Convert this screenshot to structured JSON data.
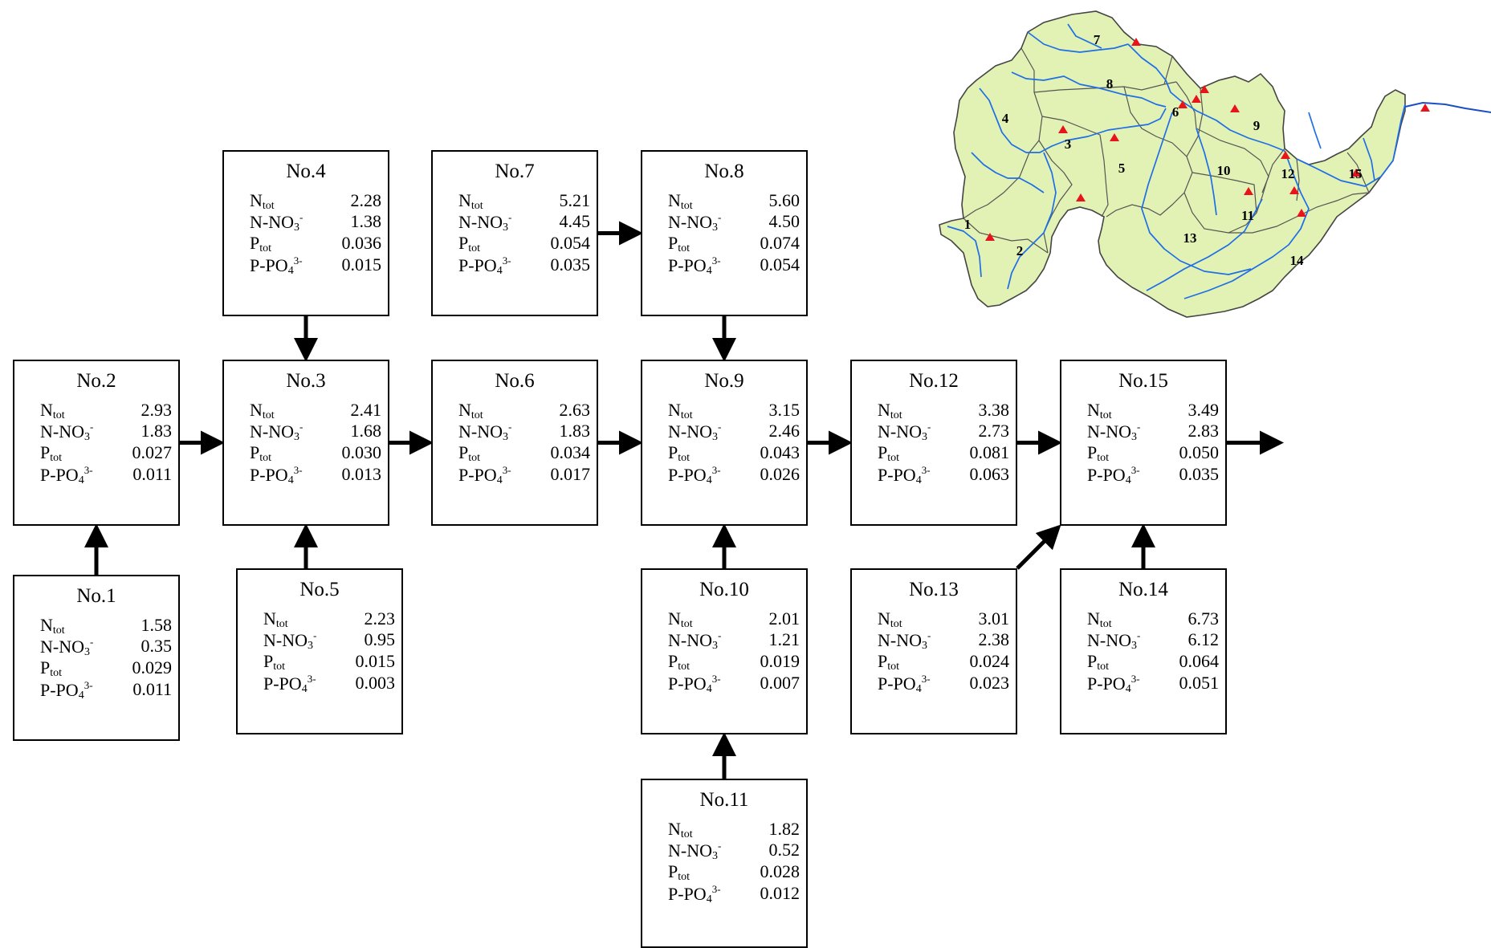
{
  "nodes": [
    {
      "id": "1",
      "title": "No.1",
      "ntot": "1.58",
      "nno3": "0.35",
      "ptot": "0.029",
      "ppo4": "0.011"
    },
    {
      "id": "2",
      "title": "No.2",
      "ntot": "2.93",
      "nno3": "1.83",
      "ptot": "0.027",
      "ppo4": "0.011"
    },
    {
      "id": "3",
      "title": "No.3",
      "ntot": "2.41",
      "nno3": "1.68",
      "ptot": "0.030",
      "ppo4": "0.013"
    },
    {
      "id": "4",
      "title": "No.4",
      "ntot": "2.28",
      "nno3": "1.38",
      "ptot": "0.036",
      "ppo4": "0.015"
    },
    {
      "id": "5",
      "title": "No.5",
      "ntot": "2.23",
      "nno3": "0.95",
      "ptot": "0.015",
      "ppo4": "0.003"
    },
    {
      "id": "6",
      "title": "No.6",
      "ntot": "2.63",
      "nno3": "1.83",
      "ptot": "0.034",
      "ppo4": "0.017"
    },
    {
      "id": "7",
      "title": "No.7",
      "ntot": "5.21",
      "nno3": "4.45",
      "ptot": "0.054",
      "ppo4": "0.035"
    },
    {
      "id": "8",
      "title": "No.8",
      "ntot": "5.60",
      "nno3": "4.50",
      "ptot": "0.074",
      "ppo4": "0.054"
    },
    {
      "id": "9",
      "title": "No.9",
      "ntot": "3.15",
      "nno3": "2.46",
      "ptot": "0.043",
      "ppo4": "0.026"
    },
    {
      "id": "10",
      "title": "No.10",
      "ntot": "2.01",
      "nno3": "1.21",
      "ptot": "0.019",
      "ppo4": "0.007"
    },
    {
      "id": "11",
      "title": "No.11",
      "ntot": "1.82",
      "nno3": "0.52",
      "ptot": "0.028",
      "ppo4": "0.012"
    },
    {
      "id": "12",
      "title": "No.12",
      "ntot": "3.38",
      "nno3": "2.73",
      "ptot": "0.081",
      "ppo4": "0.063"
    },
    {
      "id": "13",
      "title": "No.13",
      "ntot": "3.01",
      "nno3": "2.38",
      "ptot": "0.024",
      "ppo4": "0.023"
    },
    {
      "id": "14",
      "title": "No.14",
      "ntot": "6.73",
      "nno3": "6.12",
      "ptot": "0.064",
      "ppo4": "0.051"
    },
    {
      "id": "15",
      "title": "No.15",
      "ntot": "3.49",
      "nno3": "2.83",
      "ptot": "0.050",
      "ppo4": "0.035"
    }
  ],
  "labels": {
    "ntot": {
      "base": "N",
      "sub": "tot",
      "sup": ""
    },
    "nno3": {
      "base": "N-NO",
      "sub": "3",
      "sup": "-"
    },
    "ptot": {
      "base": "P",
      "sub": "tot",
      "sup": ""
    },
    "ppo4": {
      "base": "P-PO",
      "sub": "4",
      "sup": "3-"
    }
  },
  "edges": [
    [
      "1",
      "2"
    ],
    [
      "2",
      "3"
    ],
    [
      "4",
      "3"
    ],
    [
      "5",
      "3"
    ],
    [
      "3",
      "6"
    ],
    [
      "6",
      "9"
    ],
    [
      "7",
      "8"
    ],
    [
      "8",
      "9"
    ],
    [
      "10",
      "9"
    ],
    [
      "11",
      "10"
    ],
    [
      "9",
      "12"
    ],
    [
      "12",
      "15"
    ],
    [
      "13",
      "15"
    ],
    [
      "14",
      "15"
    ],
    [
      "15",
      "out"
    ]
  ],
  "map": {
    "subbasin_labels": [
      "1",
      "2",
      "3",
      "4",
      "5",
      "6",
      "7",
      "8",
      "9",
      "10",
      "11",
      "12",
      "13",
      "14",
      "15"
    ],
    "colors": {
      "land": "#e2f2b4",
      "border": "#444444",
      "river": "#1e6ee8",
      "outlet_river": "#1a4fc4",
      "station": "#e8141c"
    }
  }
}
